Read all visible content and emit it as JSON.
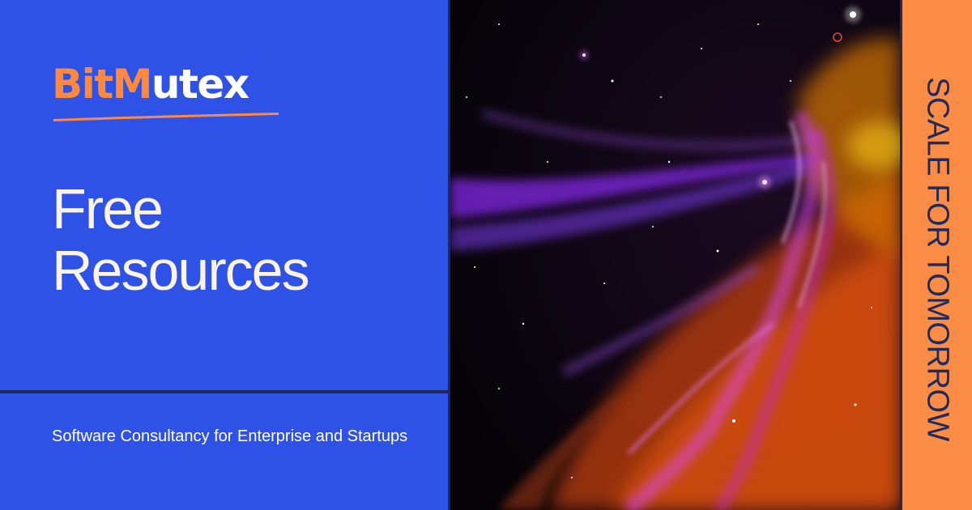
{
  "brand": {
    "name_part1": "Bit",
    "name_part2": "M",
    "name_part3": "utex"
  },
  "headline": {
    "line1": "Free",
    "line2": "Resources"
  },
  "tagline": "Software Consultancy for Enterprise and Startups",
  "side_text": "SCALE FOR TOMORROW",
  "colors": {
    "primary_blue": "#2f52e6",
    "accent_orange": "#fb8c45",
    "headline_cream": "#fbf3e6",
    "navy": "#1e2b5c"
  }
}
